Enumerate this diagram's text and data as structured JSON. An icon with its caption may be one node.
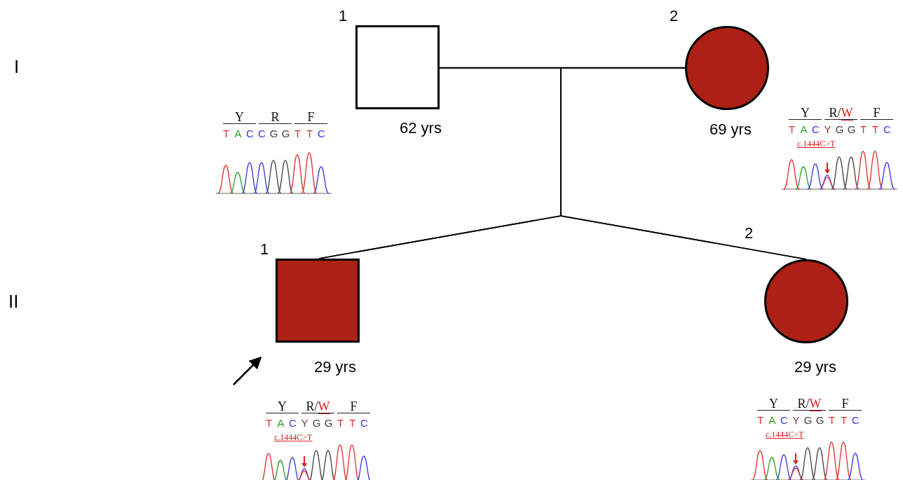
{
  "diagram": {
    "nodes": [
      {
        "text": [],
        "shape": "box",
        "beside": [
          "1",
          "62 yrs"
        ]
      },
      {
        "text": [],
        "shape": "circle",
        "beside": [
          "2",
          "69 yrs"
        ]
      },
      {
        "text": [],
        "shape": "box",
        "beside": [
          "1",
          "29 yrs"
        ]
      },
      {
        "text": [],
        "shape": "circle",
        "beside": [
          "2",
          "29 yrs"
        ]
      }
    ],
    "edges": [
      {
        "from": 0,
        "to": 1,
        "arrow": "none"
      },
      {
        "from": 0,
        "to": 2,
        "arrow": "none"
      },
      {
        "from": 1,
        "to": 2,
        "arrow": "none"
      },
      {
        "from": 0,
        "to": 3,
        "arrow": "none"
      },
      {
        "from": 1,
        "to": 3,
        "arrow": "none"
      },
      {
        "from": null,
        "to": 2,
        "arrow": "to"
      }
    ],
    "labels": [
      "I",
      "Y",
      "R",
      "F",
      "T A C C G G T T C",
      "Y",
      "R/W",
      "F",
      "T A C Y G G T T C",
      "c.1444C>T",
      "II",
      "Y",
      "R/W",
      "F",
      "T A C Y G G T T C",
      "c.1444C>T",
      "Y",
      "R/W",
      "F",
      "T A C Y G G T T C",
      "c.1444C>T"
    ]
  }
}
